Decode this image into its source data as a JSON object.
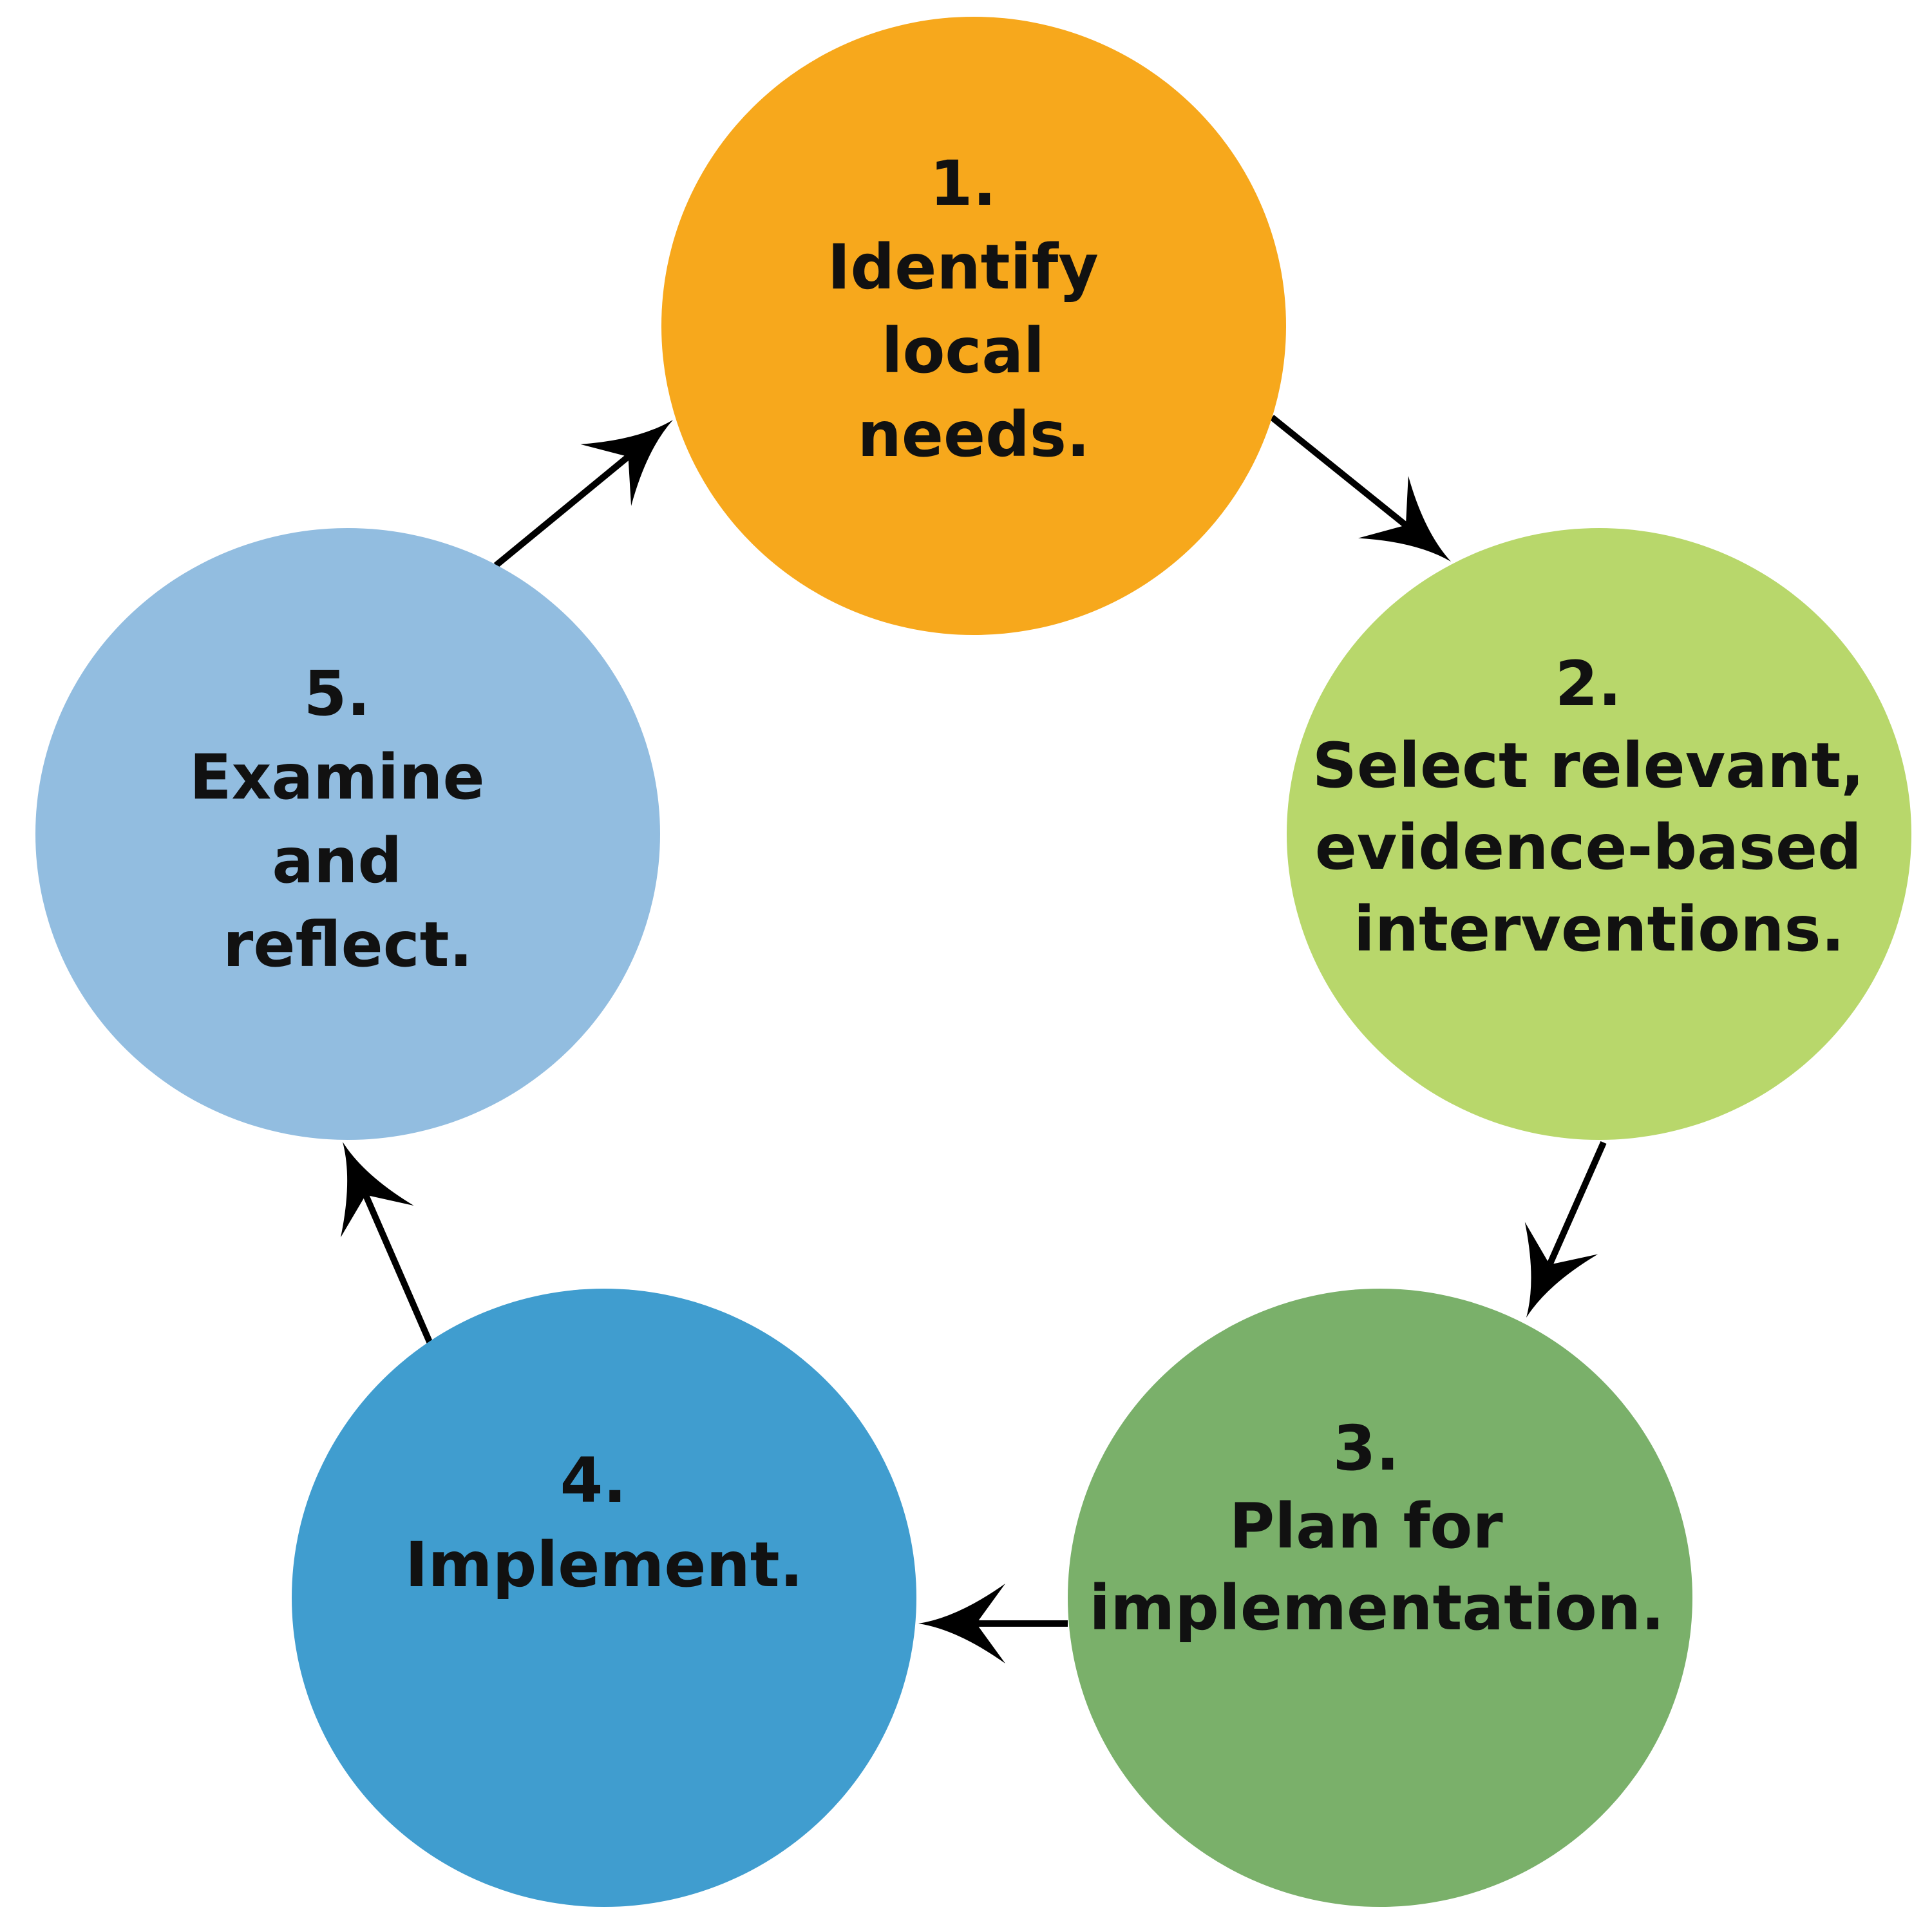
{
  "steps": [
    {
      "number": "1.",
      "lines": [
        "Identify",
        "local",
        "needs."
      ],
      "color": "#F7A81C"
    },
    {
      "number": "2.",
      "lines": [
        "Select relevant,",
        "evidence-based",
        "interventions."
      ],
      "color": "#B8D76B"
    },
    {
      "number": "3.",
      "lines": [
        "Plan for",
        "implementation."
      ],
      "color": "#7AB06A"
    },
    {
      "number": "4.",
      "lines": [
        "Implement."
      ],
      "color": "#409DCF"
    },
    {
      "number": "5.",
      "lines": [
        "Examine",
        "and",
        "reflect."
      ],
      "color": "#92BDE0"
    }
  ],
  "arrow_color": "#000000",
  "text_color": "#111111"
}
